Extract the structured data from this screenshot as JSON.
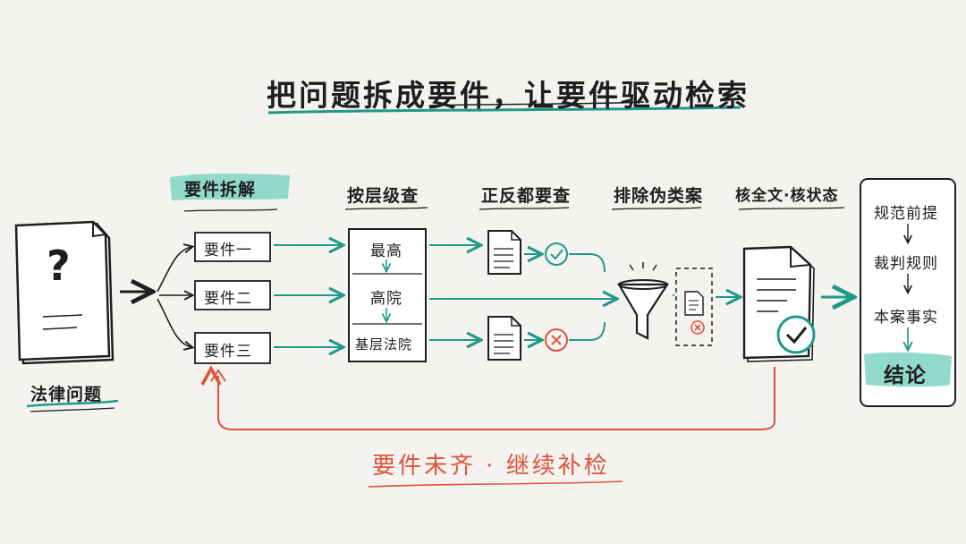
{
  "title": "把问题拆成要件，让要件驱动检索",
  "input_label": "法律问题",
  "question_mark": "?",
  "stages": {
    "decompose": "要件拆解",
    "hierarchy": "按层级查",
    "both_sides": "正反都要查",
    "exclude": "排除伪类案",
    "verify": "核全文·核状态"
  },
  "elements": [
    "要件一",
    "要件二",
    "要件三"
  ],
  "levels": [
    "最高",
    "高院",
    "基层法院"
  ],
  "reasoning": [
    "规范前提",
    "裁判规则",
    "本案事实",
    "结论"
  ],
  "feedback_label": "要件未齐 · 继续补检",
  "colors": {
    "accent": "#1f9a8a",
    "warn": "#e0533d",
    "ink": "#1e1e1e",
    "highlight": "#7fd3c2"
  }
}
